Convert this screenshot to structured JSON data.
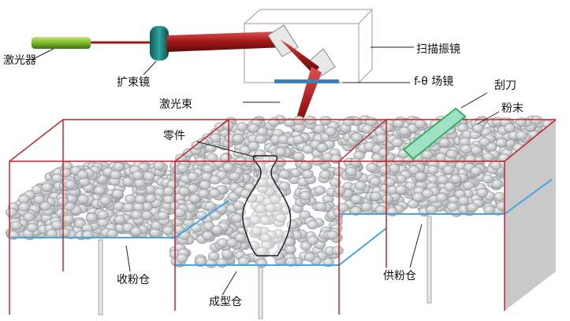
{
  "labels": {
    "laser": "激光器",
    "beam_expander": "扩束镜",
    "laser_beam": "激光束",
    "scanner": "扫描振镜",
    "f_theta_lens": "f-θ 场镜",
    "scraper": "刮刀",
    "powder": "粉末",
    "part": "零件",
    "collect_bin": "收粉仓",
    "build_bin": "成型仓",
    "supply_bin": "供粉仓"
  },
  "colors": {
    "frame": "#c0282d",
    "platform": "#4aa3df",
    "particle": "#c8cbcc",
    "laser_body": "#7cb82f",
    "beam": "#a01818",
    "scraper": "#9fe0c6"
  }
}
